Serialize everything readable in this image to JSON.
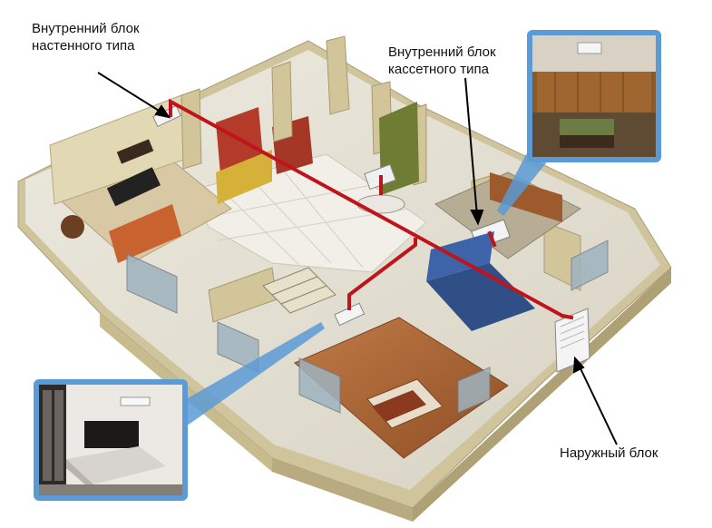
{
  "labels": {
    "wall_unit": [
      "Внутренний блок",
      "настенного типа"
    ],
    "cassette_unit": [
      "Внутренний блок",
      "кассетного типа"
    ],
    "outdoor_unit": "Наружный блок"
  },
  "colors": {
    "refrigerant_line": "#c0141c",
    "callout_frame": "#5b9bd5",
    "floor_light": "#e6e2d6",
    "wall_beige": "#d9cfa9",
    "wood_floor": "#b06a38",
    "accent_orange": "#c8622e"
  }
}
